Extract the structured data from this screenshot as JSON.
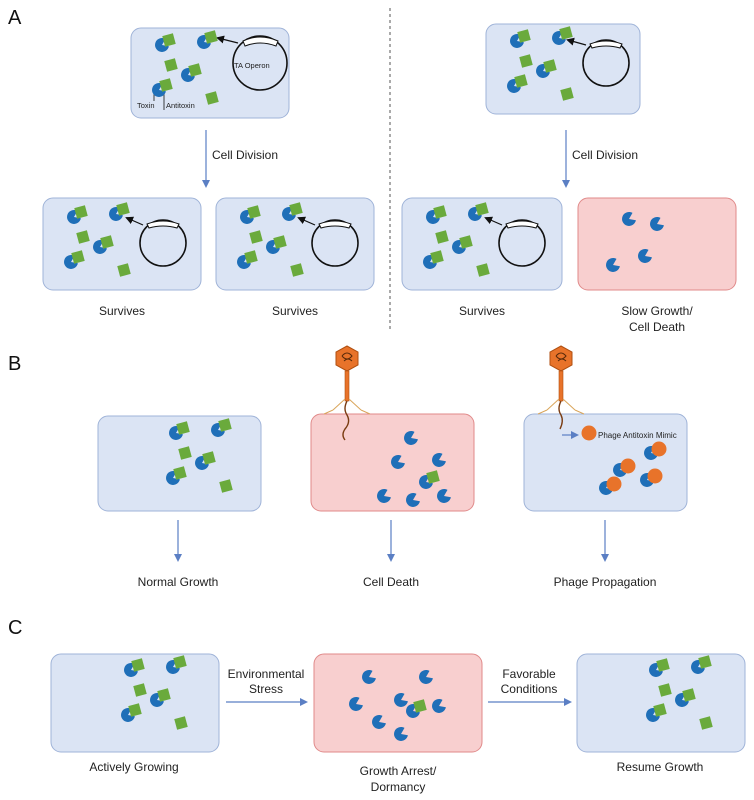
{
  "panels": {
    "a": "A",
    "b": "B",
    "c": "C"
  },
  "colors": {
    "normal_cell_fill": "#dbe4f4",
    "normal_cell_stroke": "#9fb3d8",
    "dying_cell_fill": "#f8cfcf",
    "dying_cell_stroke": "#e08a8a",
    "toxin": "#1f6fb8",
    "antitoxin": "#6aaa3c",
    "phage": "#e8732a",
    "arrow": "#5b7fc4"
  },
  "panel_a": {
    "label_ta_operon": "TA Operon",
    "label_toxin": "Toxin",
    "label_antitoxin": "Antitoxin",
    "left_arrow_label": "Cell Division",
    "right_arrow_label": "Cell Division",
    "outcome_1": "Survives",
    "outcome_2": "Survives",
    "outcome_3": "Survives",
    "outcome_4_line1": "Slow Growth/",
    "outcome_4_line2": "Cell Death"
  },
  "panel_b": {
    "phage_mimic_label": "Phage Antitoxin Mimic",
    "outcome_1": "Normal Growth",
    "outcome_2": "Cell Death",
    "outcome_3": "Phage Propagation"
  },
  "panel_c": {
    "arrow_1_line1": "Environmental",
    "arrow_1_line2": "Stress",
    "arrow_2_line1": "Favorable",
    "arrow_2_line2": "Conditions",
    "state_1": "Actively Growing",
    "state_2_line1": "Growth Arrest/",
    "state_2_line2": "Dormancy",
    "state_3": "Resume Growth"
  }
}
